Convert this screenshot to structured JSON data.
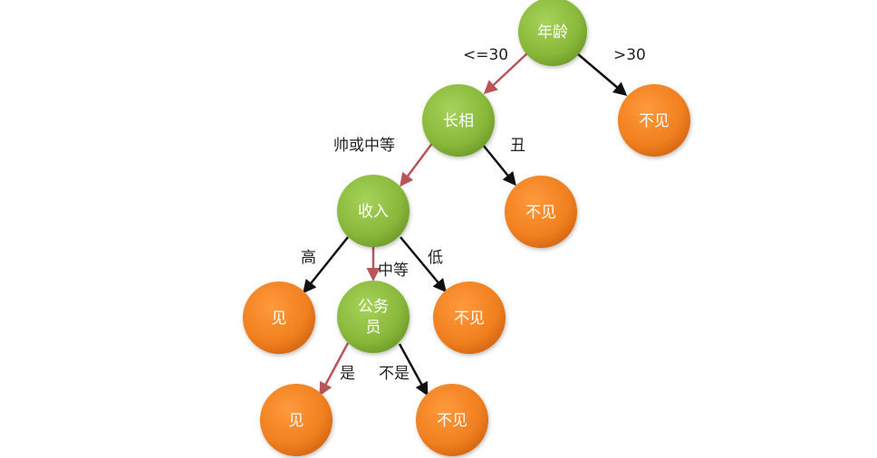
{
  "colors": {
    "decision_node": "#8bbb3e",
    "decision_node_dark": "#6f9a2c",
    "leaf_node": "#f07f1f",
    "leaf_node_dark": "#d06612",
    "red_edge": "#b8545a",
    "black_edge": "#111111"
  },
  "tree": {
    "nodes": {
      "age": {
        "label": "年龄",
        "kind": "decision"
      },
      "looks": {
        "label": "长相",
        "kind": "decision"
      },
      "no_age": {
        "label": "不见",
        "kind": "leaf"
      },
      "income": {
        "label": "收入",
        "kind": "decision"
      },
      "no_looks": {
        "label": "不见",
        "kind": "leaf"
      },
      "yes_high": {
        "label": "见",
        "kind": "leaf"
      },
      "civil_servant": {
        "label_line1": "公务",
        "label_line2": "员",
        "kind": "decision"
      },
      "no_low": {
        "label": "不见",
        "kind": "leaf"
      },
      "yes_civil": {
        "label": "见",
        "kind": "leaf"
      },
      "no_civil": {
        "label": "不见",
        "kind": "leaf"
      }
    },
    "edges": {
      "age_le30": {
        "label": "<=30",
        "style": "red"
      },
      "age_gt30": {
        "label": ">30",
        "style": "black"
      },
      "looks_good": {
        "label": "帅或中等",
        "style": "red"
      },
      "looks_ugly": {
        "label": "丑",
        "style": "black"
      },
      "income_high": {
        "label": "高",
        "style": "black"
      },
      "income_mid": {
        "label": "中等",
        "style": "red"
      },
      "income_low": {
        "label": "低",
        "style": "black"
      },
      "civil_yes": {
        "label": "是",
        "style": "red"
      },
      "civil_no": {
        "label": "不是",
        "style": "black"
      }
    }
  }
}
